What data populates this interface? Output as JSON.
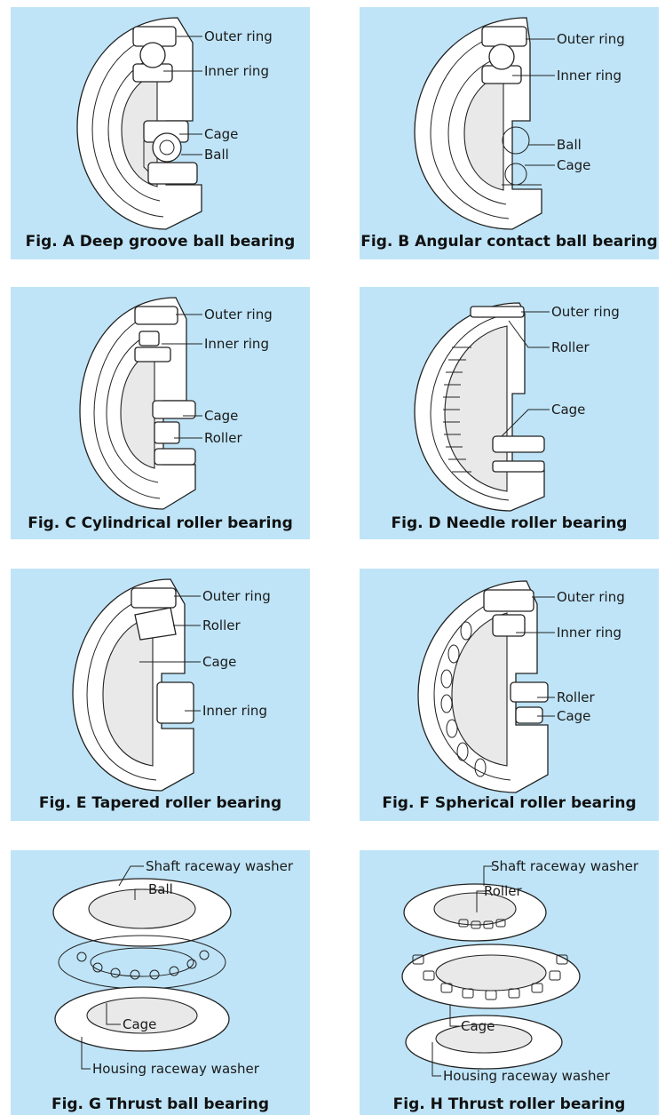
{
  "panels": [
    {
      "caption": "Fig. A  Deep groove ball bearing",
      "labels": [
        "Outer ring",
        "Inner ring",
        "Cage",
        "Ball"
      ]
    },
    {
      "caption": "Fig. B  Angular contact ball bearing",
      "labels": [
        "Outer ring",
        "Inner ring",
        "Ball",
        "Cage"
      ]
    },
    {
      "caption": "Fig. C  Cylindrical roller bearing",
      "labels": [
        "Outer ring",
        "Inner ring",
        "Cage",
        "Roller"
      ]
    },
    {
      "caption": "Fig. D  Needle roller bearing",
      "labels": [
        "Outer ring",
        "Roller",
        "Cage"
      ]
    },
    {
      "caption": "Fig. E  Tapered roller bearing",
      "labels": [
        "Outer ring",
        "Roller",
        "Cage",
        "Inner ring"
      ]
    },
    {
      "caption": "Fig. F  Spherical roller bearing",
      "labels": [
        "Outer ring",
        "Inner ring",
        "Roller",
        "Cage"
      ]
    },
    {
      "caption": "Fig. G  Thrust ball bearing",
      "labels": [
        "Shaft raceway washer",
        "Ball",
        "Cage",
        "Housing raceway washer"
      ]
    },
    {
      "caption": "Fig. H  Thrust roller bearing",
      "labels": [
        "Shaft raceway washer",
        "Roller",
        "Cage",
        "Housing raceway washer"
      ]
    }
  ]
}
